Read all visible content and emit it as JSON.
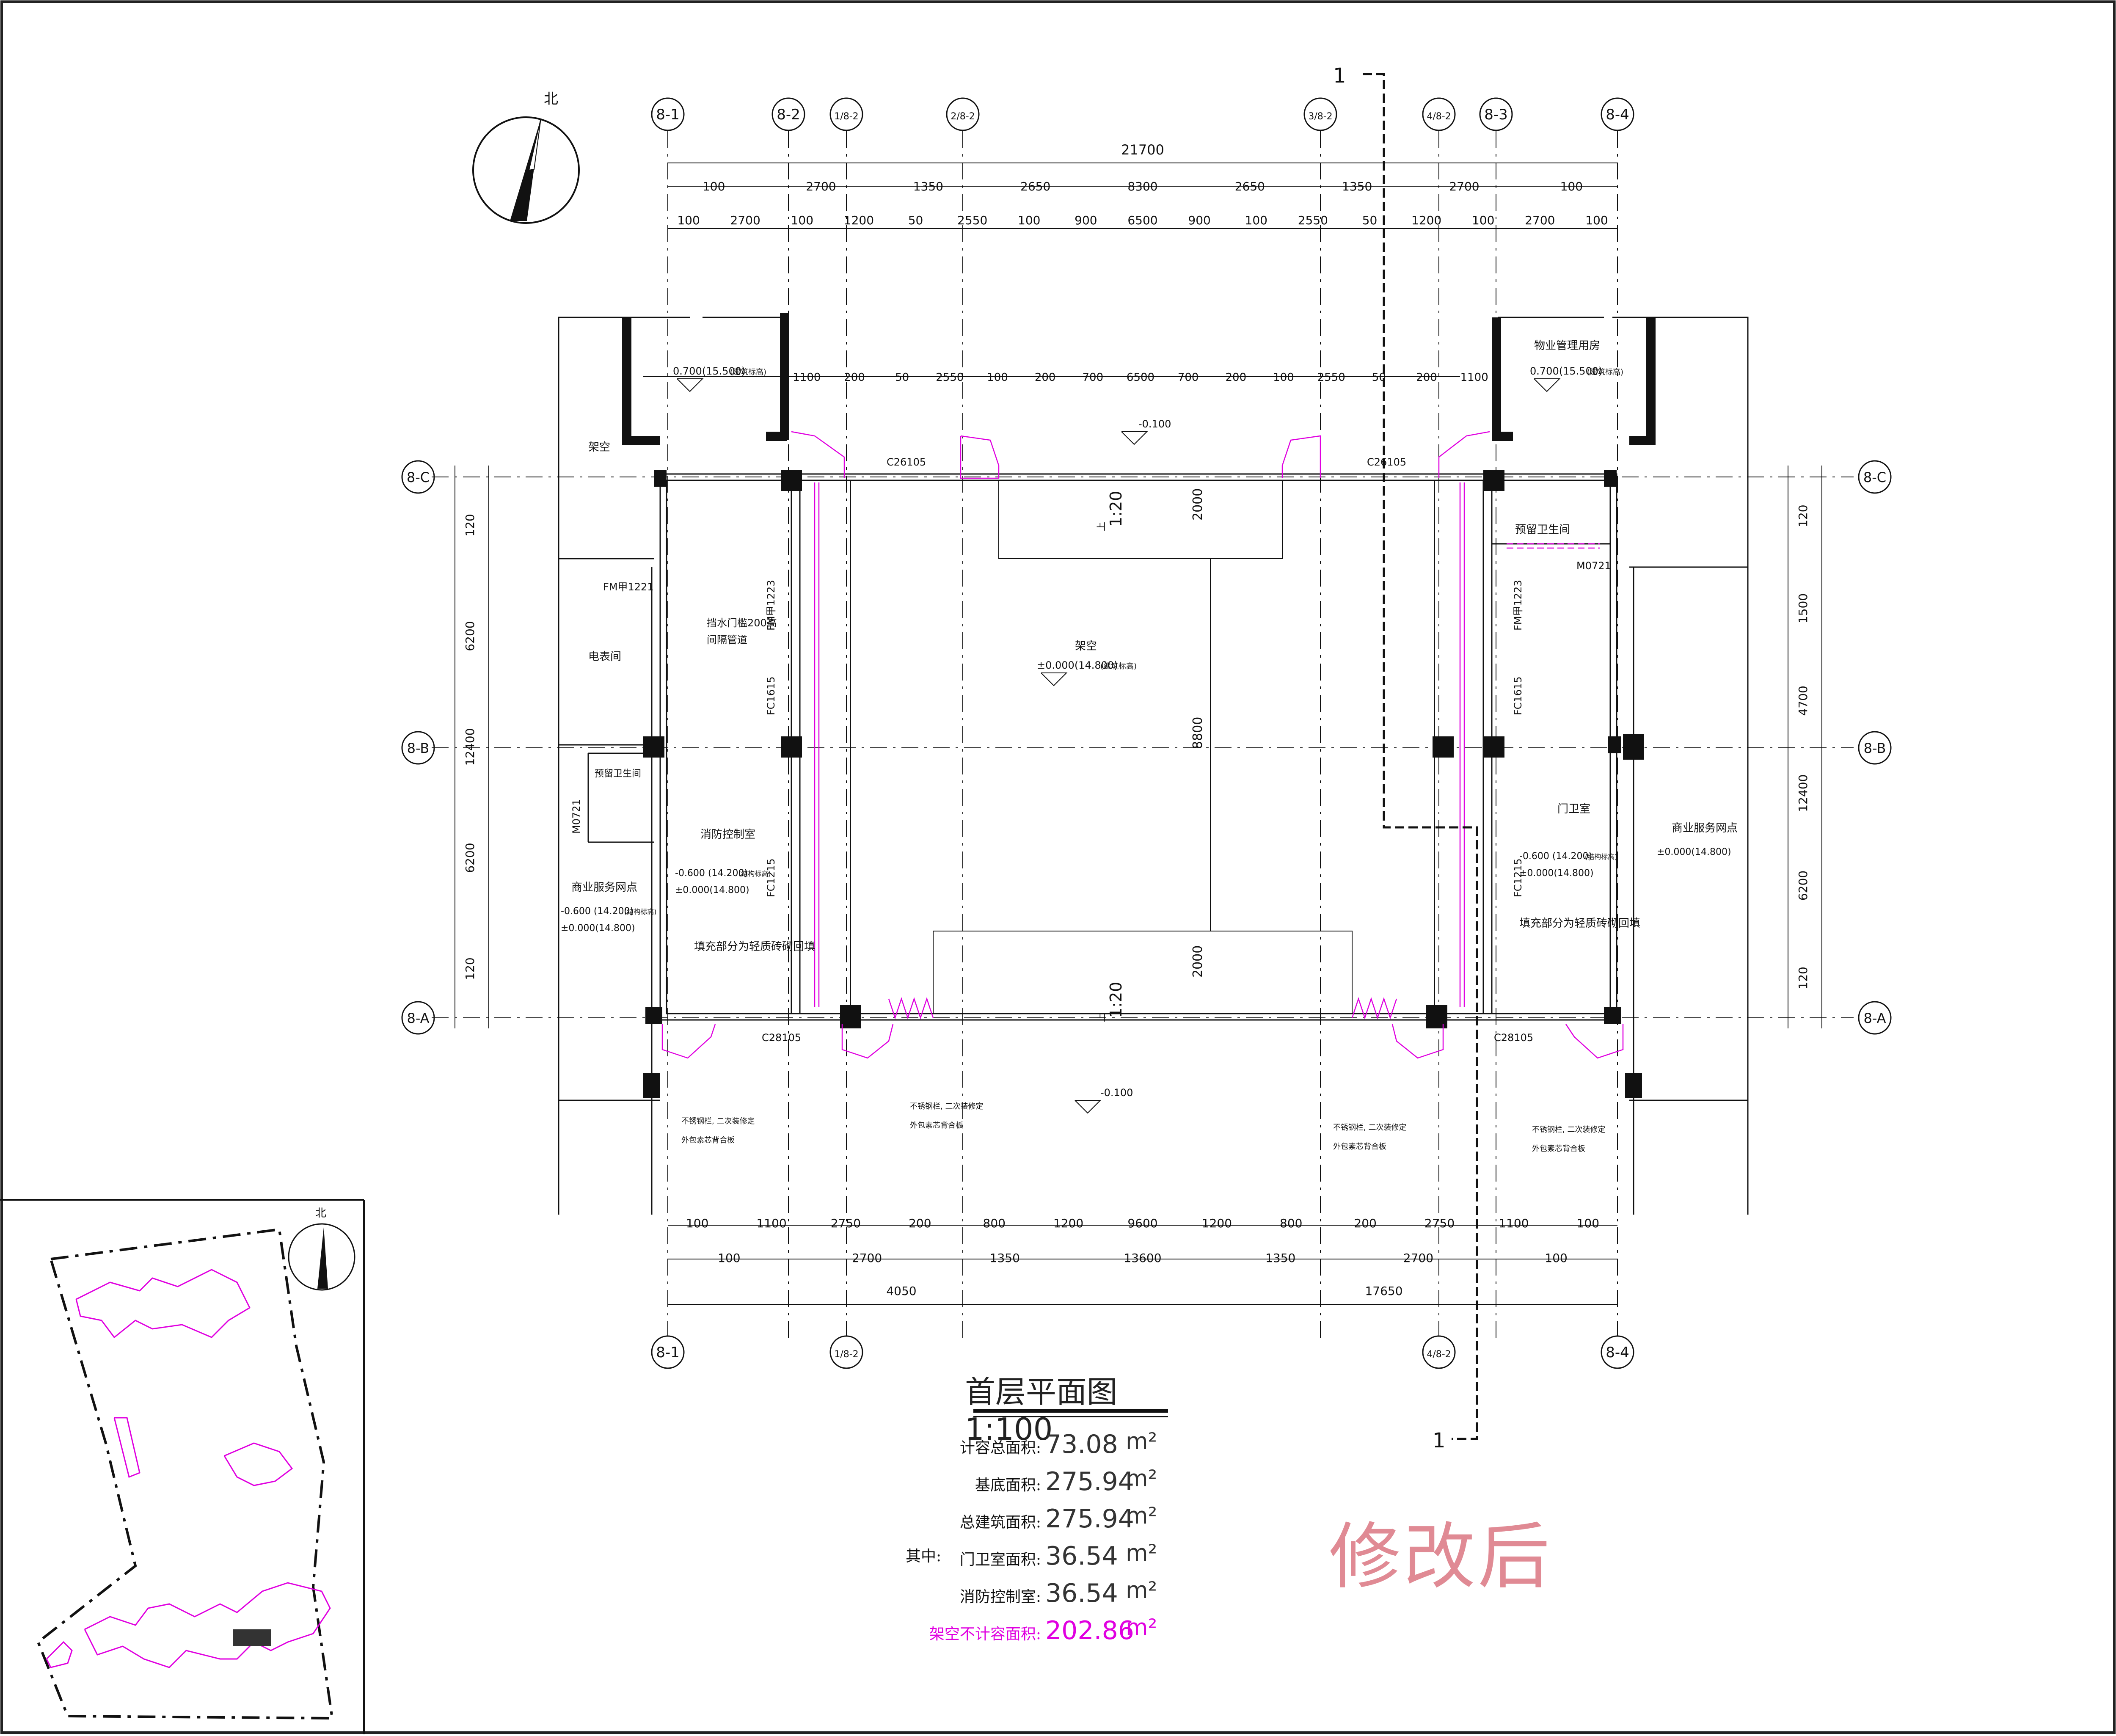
{
  "drawing": {
    "north_label": "北",
    "title": "首层平面图 1:100",
    "stamp": "修改后",
    "section_mark": "1",
    "stats": [
      {
        "prefix": "",
        "label": "计容总面积:",
        "value": "73.08",
        "unit": "m²",
        "highlight": false
      },
      {
        "prefix": "",
        "label": "基底面积:",
        "value": "275.94",
        "unit": "m²",
        "highlight": false
      },
      {
        "prefix": "",
        "label": "总建筑面积:",
        "value": "275.94",
        "unit": "m²",
        "highlight": false
      },
      {
        "prefix": "其中:",
        "label": "门卫室面积:",
        "value": "36.54",
        "unit": "m²",
        "highlight": false
      },
      {
        "prefix": "",
        "label": "消防控制室:",
        "value": "36.54",
        "unit": "m²",
        "highlight": false
      },
      {
        "prefix": "",
        "label": "架空不计容面积:",
        "value": "202.86",
        "unit": "m²",
        "highlight": true
      }
    ]
  },
  "grid_top": [
    "8-1",
    "8-2",
    "1/8-2",
    "2/8-2",
    "3/8-2",
    "4/8-2",
    "8-3",
    "8-4"
  ],
  "grid_bottom": [
    "8-1",
    "1/8-2",
    "4/8-2",
    "8-4"
  ],
  "grid_rows": [
    "8-C",
    "8-B",
    "8-A"
  ],
  "dims_top": {
    "overall": "21700",
    "row1": [
      "100",
      "2700",
      "1350",
      "2650",
      "8300",
      "2650",
      "1350",
      "2700",
      "100"
    ],
    "row2": [
      "100",
      "2700",
      "100",
      "1200",
      "50",
      "2550",
      "100",
      "900",
      "6500",
      "900",
      "100",
      "2550",
      "50",
      "1200",
      "100",
      "2700",
      "100"
    ],
    "inner": [
      "1100",
      "200",
      "50",
      "2550",
      "100",
      "200",
      "700",
      "6500",
      "700",
      "200",
      "100",
      "2550",
      "50",
      "200",
      "1100"
    ]
  },
  "dims_bottom": {
    "row1": [
      "100",
      "1100",
      "2750",
      "200",
      "800",
      "1200",
      "9600",
      "1200",
      "800",
      "200",
      "2750",
      "1100",
      "100"
    ],
    "row2": [
      "100",
      "2700",
      "1350",
      "13600",
      "1350",
      "2700",
      "100"
    ],
    "row3": [
      "4050",
      "17650"
    ]
  },
  "dims_left": [
    "120",
    "6200",
    "12400",
    "6200",
    "120"
  ],
  "dims_right": [
    "120",
    "1500",
    "4700",
    "12400",
    "6200",
    "120"
  ],
  "dims_inner_vertical": [
    "2000",
    "8800",
    "2000"
  ],
  "rooms": {
    "overhang_left": "架空",
    "elec_room": "电表间",
    "fire_control": "消防控制室",
    "commercial_left": "商业服务网点",
    "central_void": "架空",
    "guard_room": "门卫室",
    "commercial_right": "商业服务网点",
    "property_mgmt": "物业管理用房",
    "wc_left": "预留卫生间",
    "wc_right": "预留卫生间",
    "fill_note": "填充部分为轻质砖砌回填",
    "fire_shutter": "挡水门槛200高",
    "pipe_well": "间隔管道"
  },
  "elevations": {
    "level_top": "0.700(15.500)",
    "level_top_note": "(建筑标高)",
    "level_minus": "-0.100",
    "level_zero": "±0.000(14.800)",
    "level_struct": "-0.600 (14.200)",
    "struct_note": "(结构标高)"
  },
  "openings": {
    "c26105": "C26105",
    "c28105": "C28105",
    "fm1221": "FM甲1221",
    "fm1223": "FM甲1223",
    "fc1615": "FC1615",
    "fc1215": "FC1215",
    "m0721": "M0721"
  },
  "ramp": {
    "slope": "1:20",
    "arrow": "上"
  },
  "notes": {
    "steel_canopy_1": "不锈钢栏, 二次装修定",
    "steel_canopy_2": "外包素芯背合板"
  },
  "keyplan": {
    "north_label": "北"
  }
}
